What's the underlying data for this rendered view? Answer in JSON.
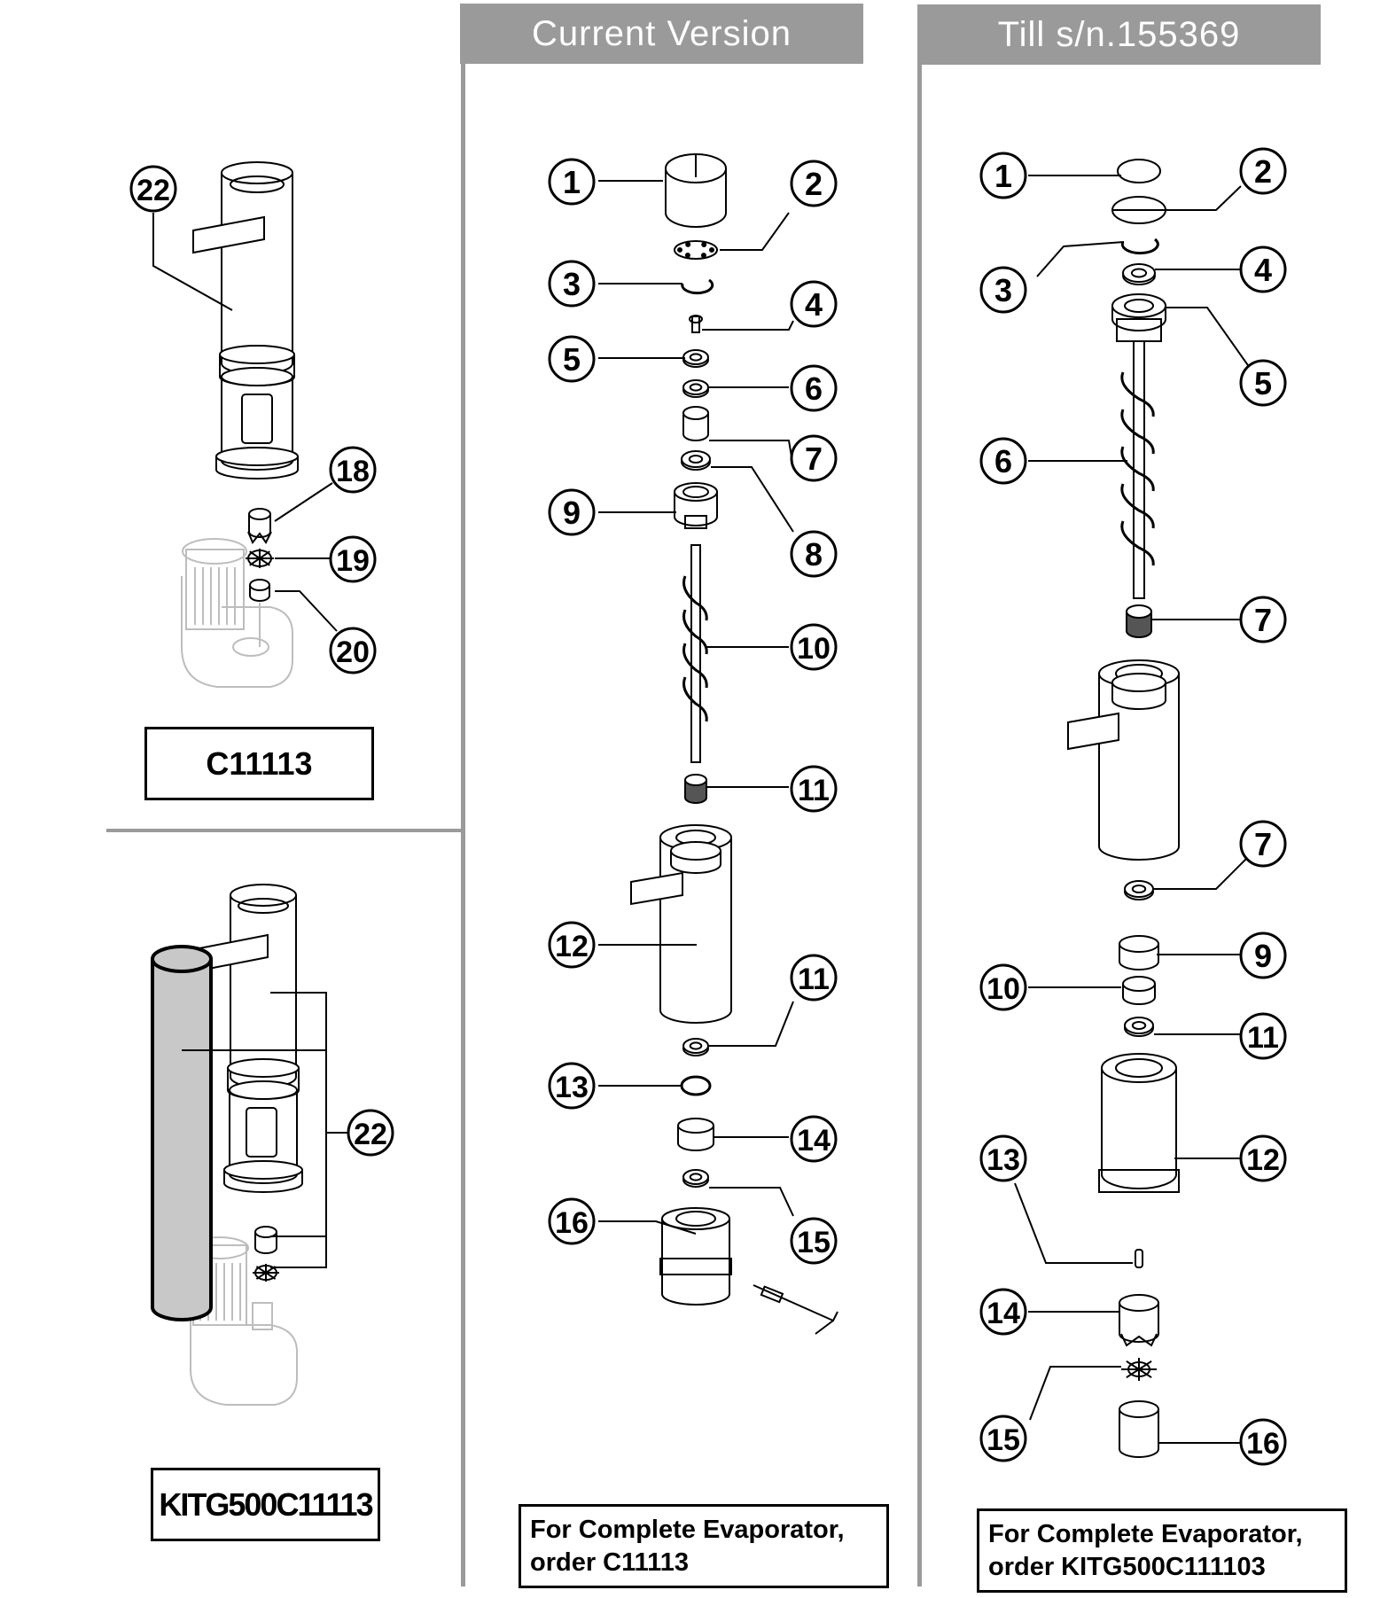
{
  "headers": {
    "current": "Current Version",
    "till": "Till s/n.155369"
  },
  "boxes": {
    "c11113": "C11113",
    "kit": "KITG500C11113",
    "note_current_1": "For Complete Evaporator,",
    "note_current_2": "order C11113",
    "note_till_1": "For Complete Evaporator,",
    "note_till_2": "order KITG500C111103"
  },
  "callouts": {
    "left_top": [
      "22",
      "18",
      "19",
      "20"
    ],
    "left_bottom": [
      "22"
    ],
    "current": [
      "1",
      "2",
      "3",
      "4",
      "5",
      "6",
      "7",
      "8",
      "9",
      "10",
      "11",
      "12",
      "11",
      "13",
      "14",
      "15",
      "16"
    ],
    "till": [
      "1",
      "2",
      "3",
      "4",
      "5",
      "6",
      "7",
      "7",
      "9",
      "10",
      "11",
      "12",
      "13",
      "14",
      "15",
      "16"
    ]
  }
}
